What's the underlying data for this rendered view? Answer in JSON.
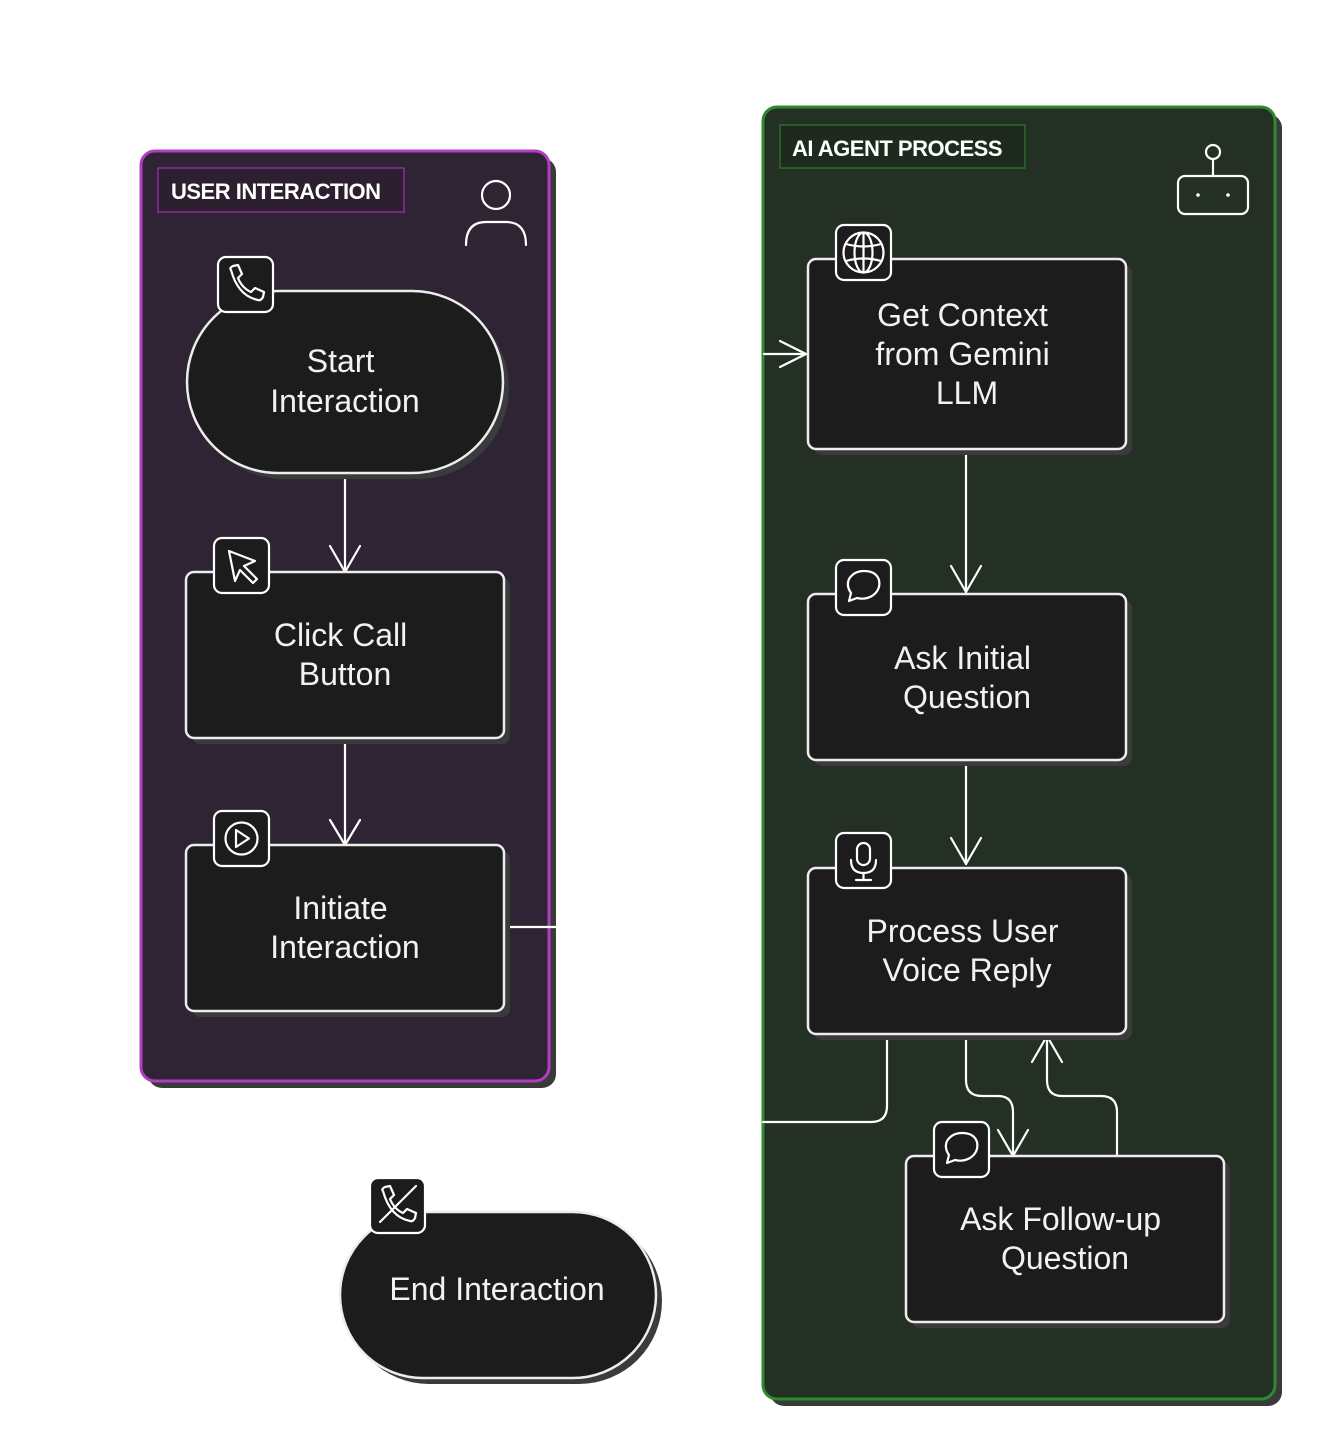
{
  "groups": {
    "user": {
      "title": "USER INTERACTION",
      "fill": "#2e2433",
      "stroke": "#b23cc4"
    },
    "agent": {
      "title": "AI AGENT PROCESS",
      "fill": "#253025",
      "stroke": "#2d8a2d"
    }
  },
  "nodes": {
    "start_interaction": {
      "lines": [
        "Start",
        "Interaction"
      ],
      "icon": "phone-icon"
    },
    "click_call_button": {
      "lines": [
        "Click Call",
        "Button"
      ],
      "icon": "cursor-icon"
    },
    "initiate_interaction": {
      "lines": [
        "Initiate",
        "Interaction"
      ],
      "icon": "play-circle-icon"
    },
    "get_context": {
      "lines": [
        "Get Context",
        "from Gemini",
        "LLM"
      ],
      "icon": "brain-icon"
    },
    "ask_initial_question": {
      "lines": [
        "Ask Initial",
        "Question"
      ],
      "icon": "chat-bubble-icon"
    },
    "process_voice_reply": {
      "lines": [
        "Process User",
        "Voice Reply"
      ],
      "icon": "microphone-icon"
    },
    "ask_followup_question": {
      "lines": [
        "Ask Follow-up",
        "Question"
      ],
      "icon": "chat-bubble-icon"
    },
    "end_interaction": {
      "lines": [
        "End Interaction"
      ],
      "icon": "phone-off-icon"
    }
  },
  "group_icons": {
    "user": "person-icon",
    "agent": "robot-icon"
  },
  "edges": [
    {
      "from": "start_interaction",
      "to": "click_call_button"
    },
    {
      "from": "click_call_button",
      "to": "initiate_interaction"
    },
    {
      "from": "initiate_interaction",
      "to": "get_context"
    },
    {
      "from": "get_context",
      "to": "ask_initial_question"
    },
    {
      "from": "ask_initial_question",
      "to": "process_voice_reply"
    },
    {
      "from": "process_voice_reply",
      "to": "ask_followup_question"
    },
    {
      "from": "ask_followup_question",
      "to": "process_voice_reply"
    },
    {
      "from": "process_voice_reply",
      "to": "end_interaction"
    }
  ]
}
